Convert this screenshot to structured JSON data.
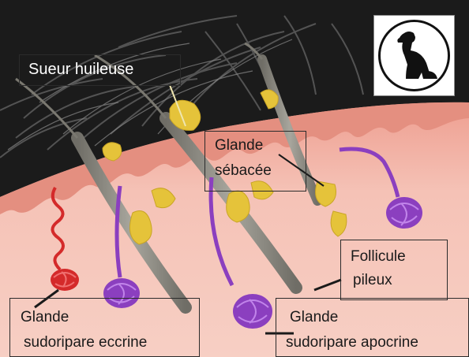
{
  "labels": {
    "oily_sweat": "Sueur huileuse",
    "sebaceous_1": "Glande",
    "sebaceous_2": "sébacée",
    "follicle_1": "Follicule",
    "follicle_2": "pileux",
    "eccrine_1": "Glande",
    "eccrine_2": "sudoripare eccrine",
    "apocrine_1": "Glande",
    "apocrine_2": "sudoripare apocrine"
  },
  "logo_icon": "sitting-dog-icon",
  "colors": {
    "background": "#1b1b1b",
    "skin": "#f0b0a6",
    "skin_surface": "#e79686",
    "sebum": "#e5c33a",
    "hair_shaft": "#8a8880",
    "eccrine_gland": "#d42a2a",
    "apocrine_gland": "#8b3fbf"
  }
}
